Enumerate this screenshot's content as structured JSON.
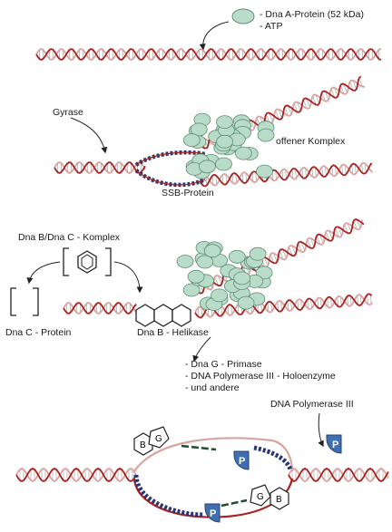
{
  "step1": {
    "protein_line1": "- Dna A-Protein (52 kDa)",
    "protein_line2": "- ATP"
  },
  "step2": {
    "gyrase_label": "Gyrase",
    "complex_label": "offener Komplex",
    "ssb_label": "SSB-Protein"
  },
  "step3": {
    "bc_complex_label": "Dna B/Dna C - Komplex",
    "dnac_label": "Dna C - Protein",
    "helicase_label": "Dna B - Helikase",
    "list": [
      "- Dna G - Primase",
      "- DNA Polymerase III - Holoenzyme",
      "- und andere"
    ]
  },
  "step4": {
    "pol_label": "DNA Polymerase III",
    "glyph_B": "B",
    "glyph_G": "G",
    "glyph_P": "P"
  },
  "colors": {
    "strand_red": "#a8231f",
    "strand_light": "#d9a3a0",
    "rung": "#9a9a9a",
    "protein_fill": "#b9dcc9",
    "protein_stroke": "#5e8d74",
    "ssb_dot": "#2a3578",
    "pol_blue": "#3f6fb0"
  }
}
